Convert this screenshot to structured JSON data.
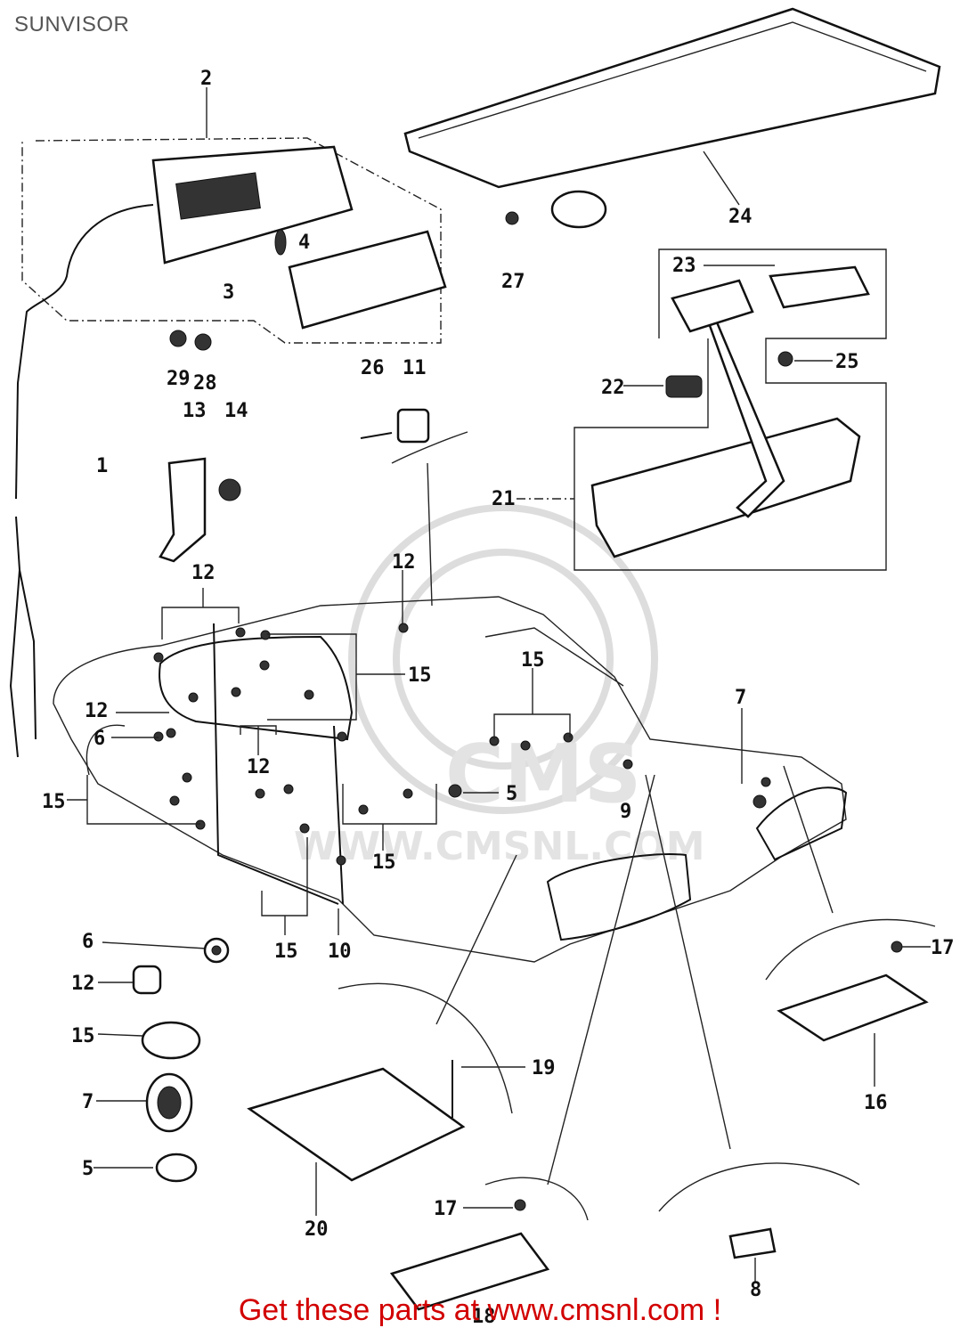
{
  "page": {
    "title": "SUNVISOR",
    "footer": "Get these parts at www.cmsnl.com !",
    "footer_color": "#d20000"
  },
  "watermark": {
    "logo_text": "CMS",
    "url_text": "WWW.CMSNL.COM"
  },
  "callouts": {
    "c1": "1",
    "c2": "2",
    "c3": "3",
    "c4": "4",
    "c5a": "5",
    "c5b": "5",
    "c6a": "6",
    "c6b": "6",
    "c7a": "7",
    "c7b": "7",
    "c8": "8",
    "c9": "9",
    "c10": "10",
    "c11": "11",
    "c12a": "12",
    "c12b": "12",
    "c12c": "12",
    "c12d": "12",
    "c12e": "12",
    "c13": "13",
    "c14": "14",
    "c15a": "15",
    "c15b": "15",
    "c15c": "15",
    "c15d": "15",
    "c15e": "15",
    "c15f": "15",
    "c16": "16",
    "c17a": "17",
    "c17b": "17",
    "c18": "18",
    "c19": "19",
    "c20": "20",
    "c21": "21",
    "c22": "22",
    "c23": "23",
    "c24": "24",
    "c25": "25",
    "c26": "26",
    "c27": "27",
    "c28": "28",
    "c29": "29"
  }
}
